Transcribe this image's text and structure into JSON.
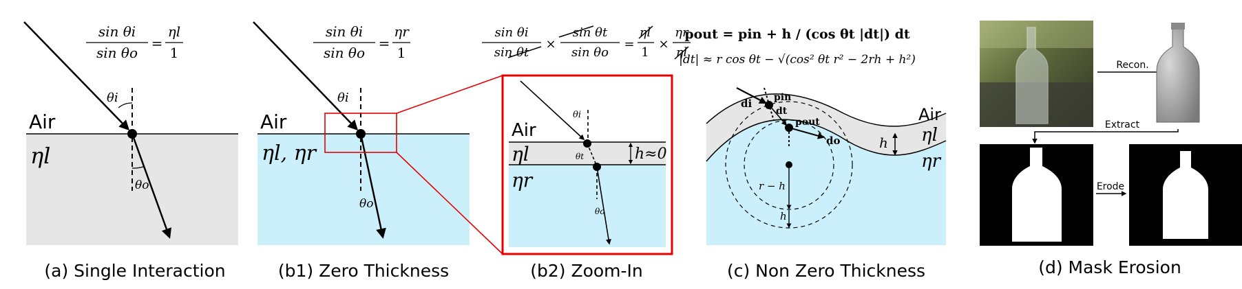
{
  "a": {
    "caption": "(a) Single Interaction",
    "eq_num": "sin θi",
    "eq_den": "sin θo",
    "eq_rhs_num": "ηl",
    "eq_rhs_den": "1",
    "air": "Air",
    "eta": "ηl",
    "theta_i": "θi",
    "theta_o": "θo"
  },
  "b1": {
    "caption": "(b1) Zero Thickness",
    "eq_num": "sin θi",
    "eq_den": "sin θo",
    "eq_rhs_num": "ηr",
    "eq_rhs_den": "1",
    "air": "Air",
    "eta": "ηl, ηr",
    "theta_i": "θi",
    "theta_o": "θo"
  },
  "b2": {
    "caption": "(b2) Zoom-In",
    "f1_num": "sin θi",
    "f1_den": "sin θt",
    "f2_num": "sin θt",
    "f2_den": "sin θo",
    "f3_num": "ηl",
    "f3_den": "1",
    "f4_num": "ηr",
    "f4_den": "ηl",
    "times": "×",
    "equals": "=",
    "air": "Air",
    "eta_l": "ηl",
    "eta_r": "ηr",
    "h_label": "h≈0",
    "theta_i": "θi",
    "theta_t": "θt",
    "theta_o": "θo"
  },
  "c": {
    "caption": "(c) Non Zero Thickness",
    "eq1": "pout = pin + h / (cos θt |dt|) dt",
    "eq2": "|dt| ≈ r cos θt − √(cos² θt r² − 2rh + h²)",
    "air": "Air",
    "eta_l": "ηl",
    "eta_r": "ηr",
    "h": "h",
    "r_minus_h": "r − h",
    "h_lower": "h",
    "d_i": "di",
    "d_t": "dt",
    "d_o": "do",
    "p_in": "pin",
    "p_out": "pout"
  },
  "d": {
    "caption": "(d) Mask Erosion",
    "recon": "Recon.",
    "extract": "Extract",
    "erode": "Erode"
  },
  "colors": {
    "gray_medium": "#e6e6e6",
    "blue_medium": "#ccf0fb",
    "red_box": "#e60000",
    "ink": "#000000"
  }
}
